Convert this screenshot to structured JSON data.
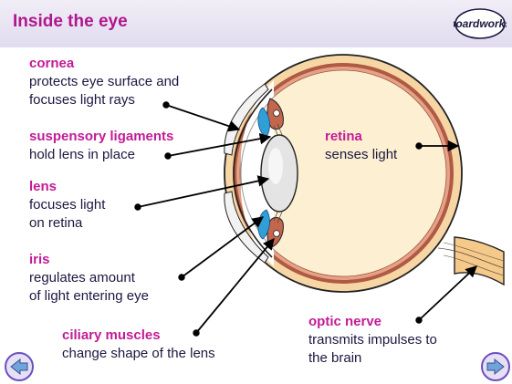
{
  "header": {
    "title": "Inside the eye",
    "logo_text": "boardworks"
  },
  "labels": {
    "cornea": {
      "term": "cornea",
      "desc": [
        "protects eye surface and",
        "focuses light rays"
      ]
    },
    "ligaments": {
      "term": "suspensory ligaments",
      "desc": [
        "hold lens in place"
      ]
    },
    "lens": {
      "term": "lens",
      "desc": [
        "focuses light",
        "on retina"
      ]
    },
    "iris": {
      "term": "iris",
      "desc": [
        "regulates amount",
        "of light entering eye"
      ]
    },
    "ciliary": {
      "term": "ciliary muscles",
      "desc": [
        "change shape of the lens"
      ]
    },
    "retina": {
      "term": "retina",
      "desc": [
        "senses light"
      ]
    },
    "optic": {
      "term": "optic nerve",
      "desc": [
        "transmits impulses to",
        "the brain"
      ]
    }
  },
  "colors": {
    "title": "#b0178d",
    "term": "#c21c96",
    "text": "#1b1840",
    "header_top": "#f1eef7",
    "header_bottom": "#e0dbee",
    "eye_fill": "#fdf0d2",
    "sclera": "#f7d6a6",
    "choroid": "#b05a43",
    "retina": "#e4a287",
    "iris": "#2f9fd5",
    "nav": "#6a4fbf"
  },
  "nav": {
    "prev_icon": "arrow-left-icon",
    "next_icon": "arrow-right-icon"
  }
}
